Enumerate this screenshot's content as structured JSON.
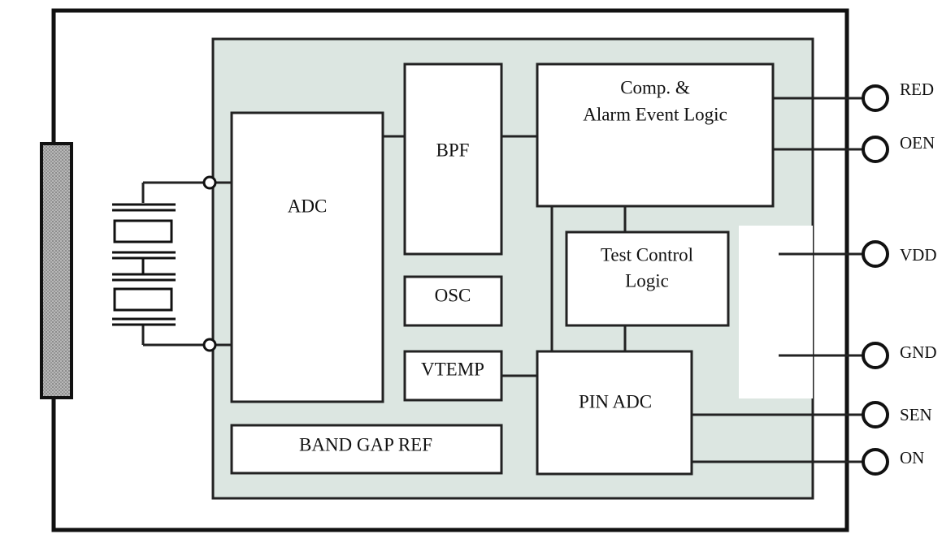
{
  "colors": {
    "outline": "#111111",
    "inner_fill": "#dce6e1",
    "block_fill": "#ffffff",
    "sensor_fill": "#9a9a9a"
  },
  "blocks": {
    "adc": "ADC",
    "bpf": "BPF",
    "osc": "OSC",
    "vtemp": "VTEMP",
    "band_gap_ref": "BAND GAP REF",
    "comp_alarm_line1": "Comp. &",
    "comp_alarm_line2": "Alarm Event Logic",
    "test_control_line1": "Test Control",
    "test_control_line2": "Logic",
    "pin_adc": "PIN ADC"
  },
  "pins": {
    "red": "RED",
    "oen": "OEN",
    "vdd": "VDD",
    "gnd": "GND",
    "sen": "SEN",
    "on": "ON"
  }
}
